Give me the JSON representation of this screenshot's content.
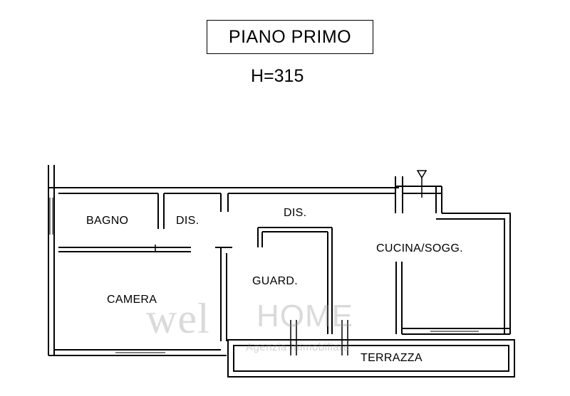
{
  "header": {
    "title": "PIANO PRIMO",
    "height_label": "H=315"
  },
  "rooms": {
    "bagno": "BAGNO",
    "dis_left": "DIS.",
    "dis_center": "DIS.",
    "cucina": "CUCINA/SOGG.",
    "guard": "GUARD.",
    "camera": "CAMERA",
    "terrazza": "TERRAZZA"
  },
  "watermark": {
    "logo_left": "wel",
    "logo_right": "HOME",
    "subtitle": "Agenzia Immobiliare"
  },
  "colors": {
    "wall": "#000000",
    "background": "#ffffff",
    "watermark": "#969696"
  }
}
